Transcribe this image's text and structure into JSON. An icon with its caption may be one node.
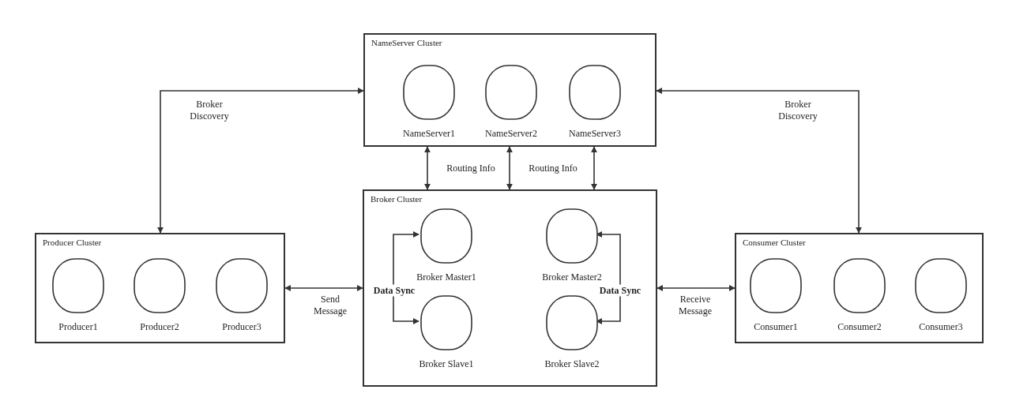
{
  "diagram": {
    "nodes": [
      {
        "text": [
          "NameServer Cluster"
        ]
      },
      {
        "text": [
          "NameServer1"
        ],
        "in": 0
      },
      {
        "text": [
          "NameServer2"
        ],
        "in": 0
      },
      {
        "text": [
          "NameServer3"
        ],
        "in": 0
      },
      {
        "text": [
          "Broker Cluster"
        ]
      },
      {
        "text": [
          "Broker Master1"
        ],
        "in": 4
      },
      {
        "text": [
          "Broker Master2"
        ],
        "in": 4
      },
      {
        "text": [
          "Broker Slave1"
        ],
        "in": 4
      },
      {
        "text": [
          "Broker Slave2"
        ],
        "in": 4
      },
      {
        "text": [
          "Producer Cluster"
        ]
      },
      {
        "text": [
          "Producer1"
        ],
        "in": 9
      },
      {
        "text": [
          "Producer2"
        ],
        "in": 9
      },
      {
        "text": [
          "Producer3"
        ],
        "in": 9
      },
      {
        "text": [
          "Consumer Cluster"
        ]
      },
      {
        "text": [
          "Consumer1"
        ],
        "in": 13
      },
      {
        "text": [
          "Consumer2"
        ],
        "in": 13
      },
      {
        "text": [
          "Consumer3"
        ],
        "in": 13
      }
    ],
    "edges": [
      {
        "from": 9,
        "to": 0,
        "arrow": "both",
        "label": "Broker Discovery"
      },
      {
        "from": 0,
        "to": 13,
        "arrow": "both",
        "label": "Broker Discovery"
      },
      {
        "from": 0,
        "to": 4,
        "arrow": "both",
        "label": "Routing Info"
      },
      {
        "from": 0,
        "to": 4,
        "arrow": "both",
        "label": "Routing Info"
      },
      {
        "from": 0,
        "to": 4,
        "arrow": "both"
      },
      {
        "from": 9,
        "to": 4,
        "arrow": "both",
        "label": "Send Message"
      },
      {
        "from": 4,
        "to": 13,
        "arrow": "both",
        "label": "Receive Message"
      },
      {
        "from": 5,
        "to": 7,
        "arrow": "both",
        "label": "Data Sync"
      },
      {
        "from": 6,
        "to": 8,
        "arrow": "both",
        "label": "Data Sync"
      }
    ]
  }
}
